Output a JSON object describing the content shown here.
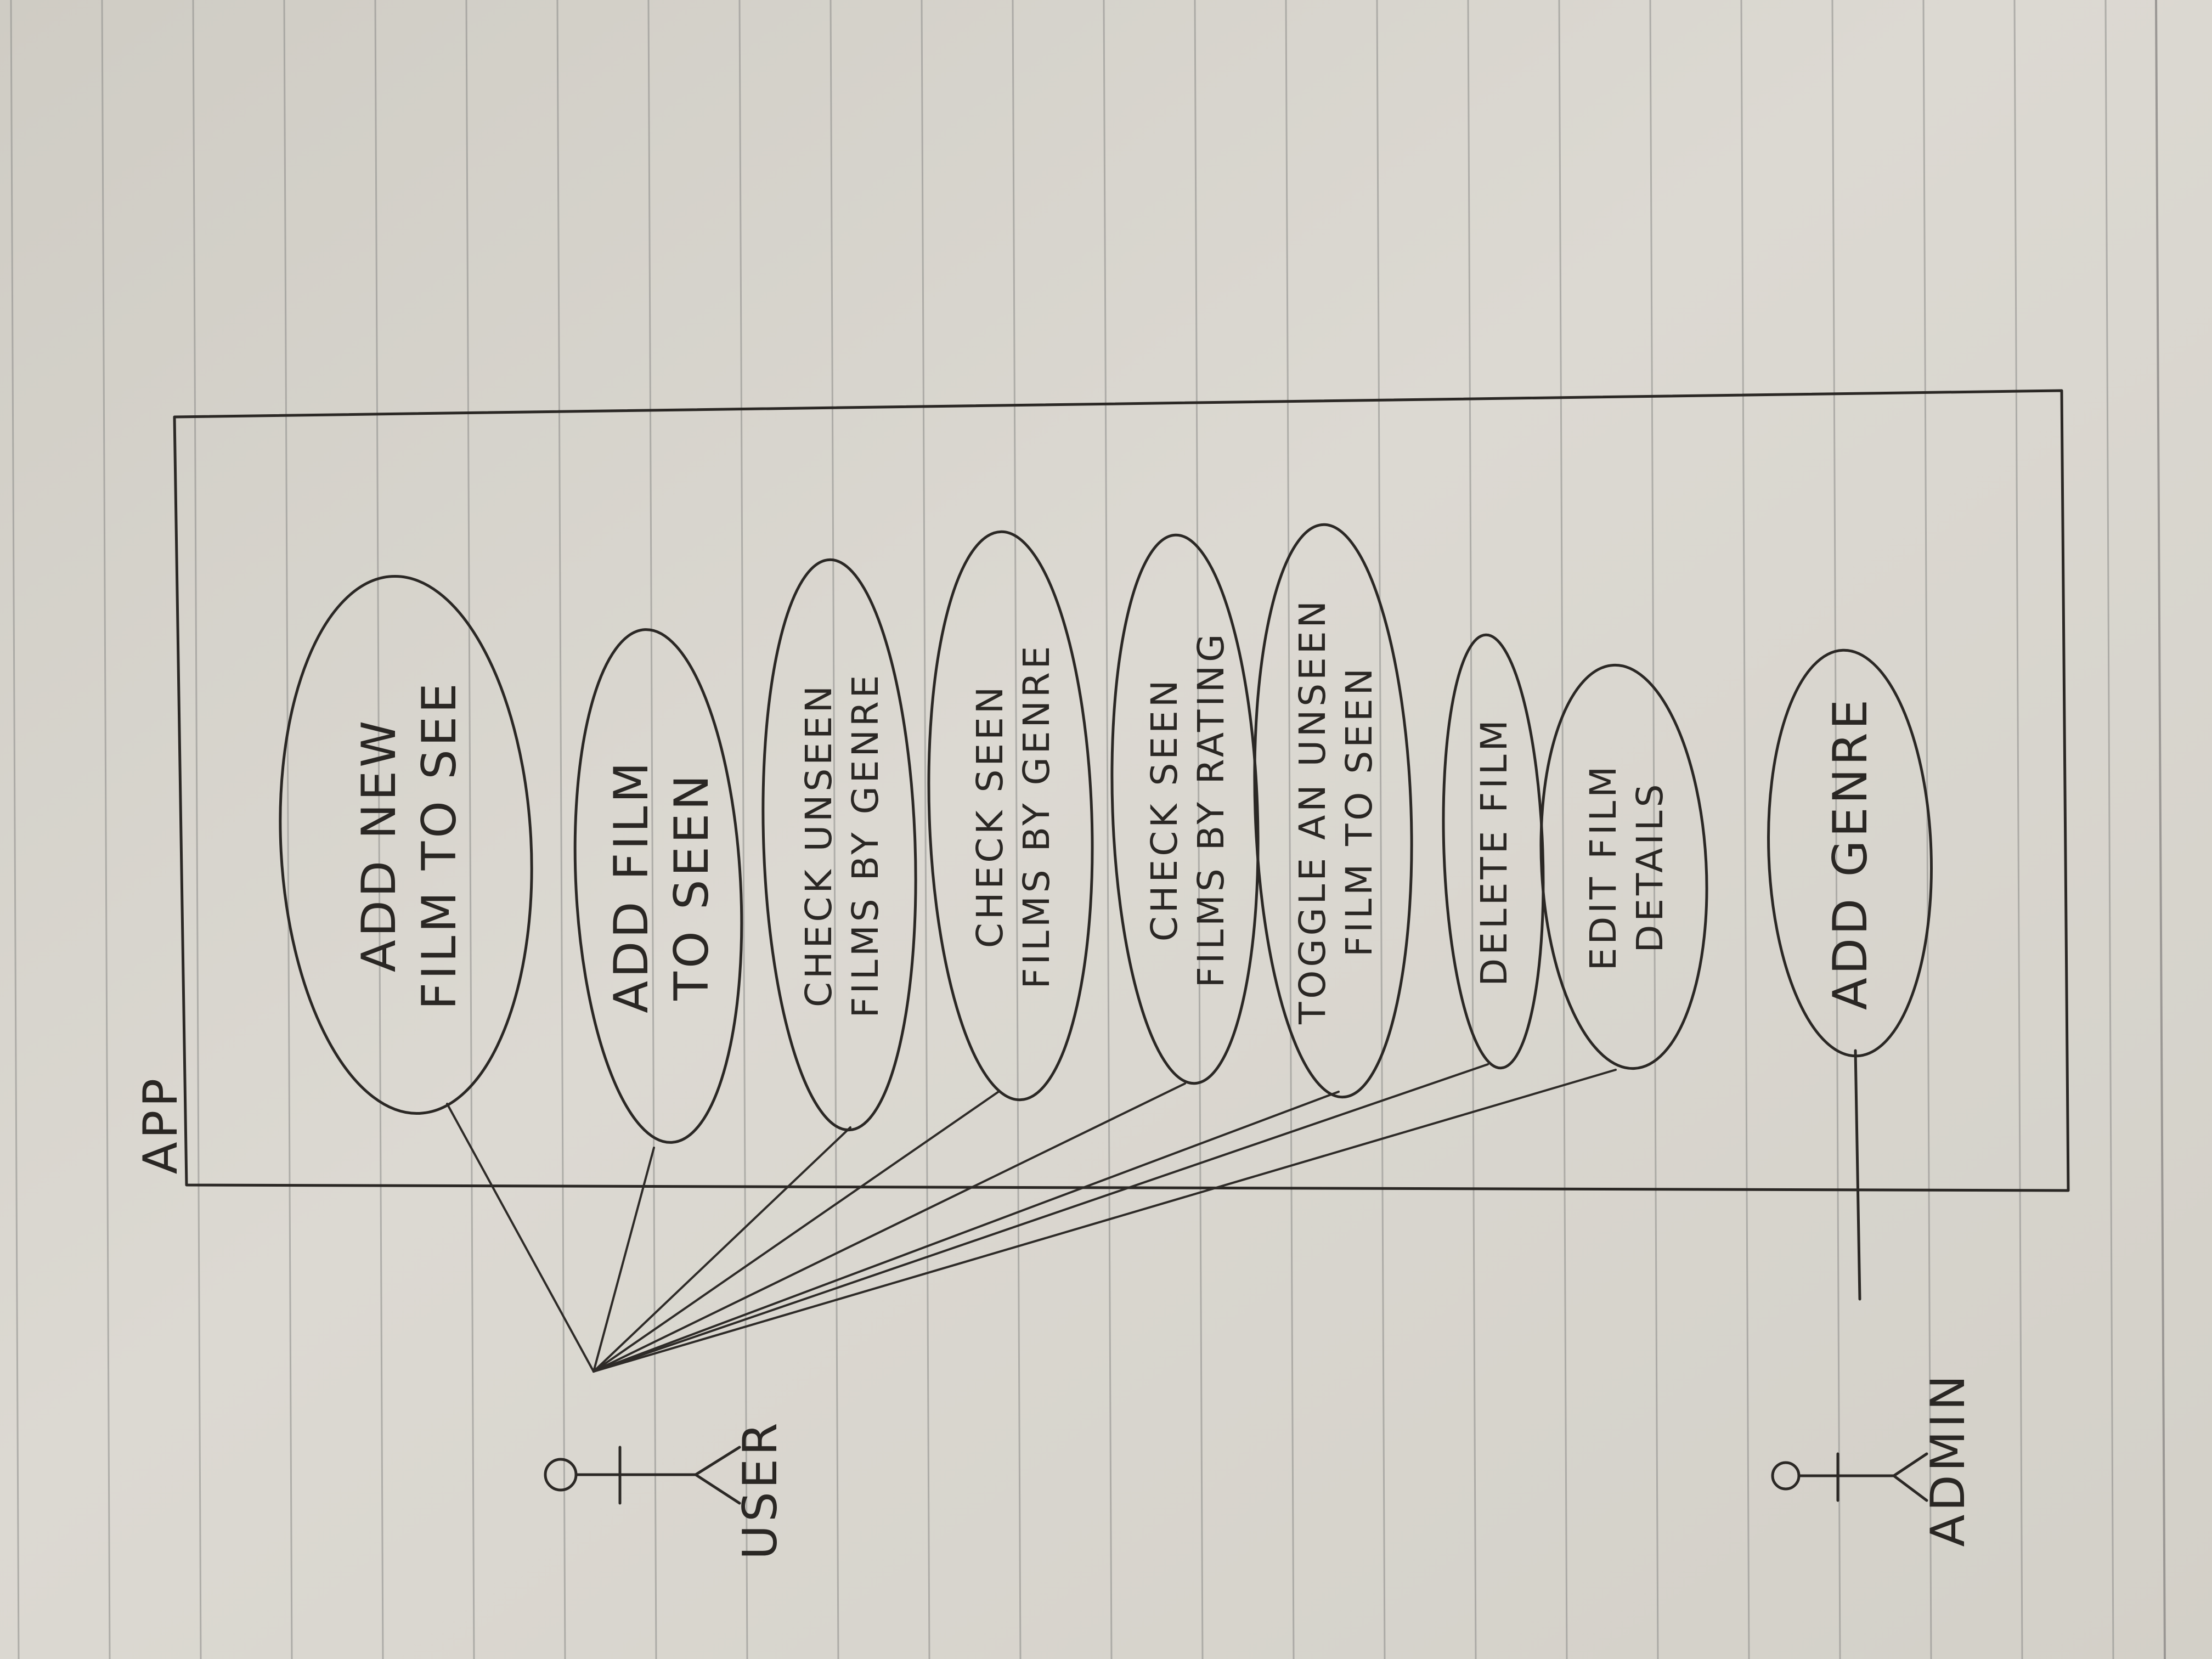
{
  "colors": {
    "paper": "#d6d3cb",
    "rule_line": "#8a8a88",
    "margin_line": "#9a9794",
    "ink": "#2b2825"
  },
  "system": {
    "label": "APP"
  },
  "actors": {
    "user": {
      "label": "USER",
      "icon": "stick-figure-icon"
    },
    "admin": {
      "label": "ADMIN",
      "icon": "stick-figure-icon"
    }
  },
  "use_cases": [
    {
      "id": "add-new-film-to-see",
      "lines": [
        "ADD NEW",
        "FILM TO SEE"
      ],
      "actor": "user"
    },
    {
      "id": "add-film-to-seen",
      "lines": [
        "ADD FILM",
        "TO SEEN"
      ],
      "actor": "user"
    },
    {
      "id": "check-unseen-films-by-genre",
      "lines": [
        "CHECK UNSEEN",
        "FILMS BY GENRE"
      ],
      "actor": "user"
    },
    {
      "id": "check-seen-films-by-genre",
      "lines": [
        "CHECK SEEN",
        "FILMS BY GENRE"
      ],
      "actor": "user"
    },
    {
      "id": "check-seen-films-by-rating",
      "lines": [
        "CHECK SEEN",
        "FILMS BY RATING"
      ],
      "actor": "user"
    },
    {
      "id": "toggle-unseen-to-seen",
      "lines": [
        "TOGGLE AN UNSEEN",
        "FILM TO SEEN"
      ],
      "actor": "user"
    },
    {
      "id": "delete-film",
      "lines": [
        "DELETE FILM"
      ],
      "actor": "user"
    },
    {
      "id": "edit-film-details",
      "lines": [
        "EDIT FILM",
        "DETAILS"
      ],
      "actor": "user"
    },
    {
      "id": "add-genre",
      "lines": [
        "ADD GENRE"
      ],
      "actor": "admin"
    }
  ]
}
